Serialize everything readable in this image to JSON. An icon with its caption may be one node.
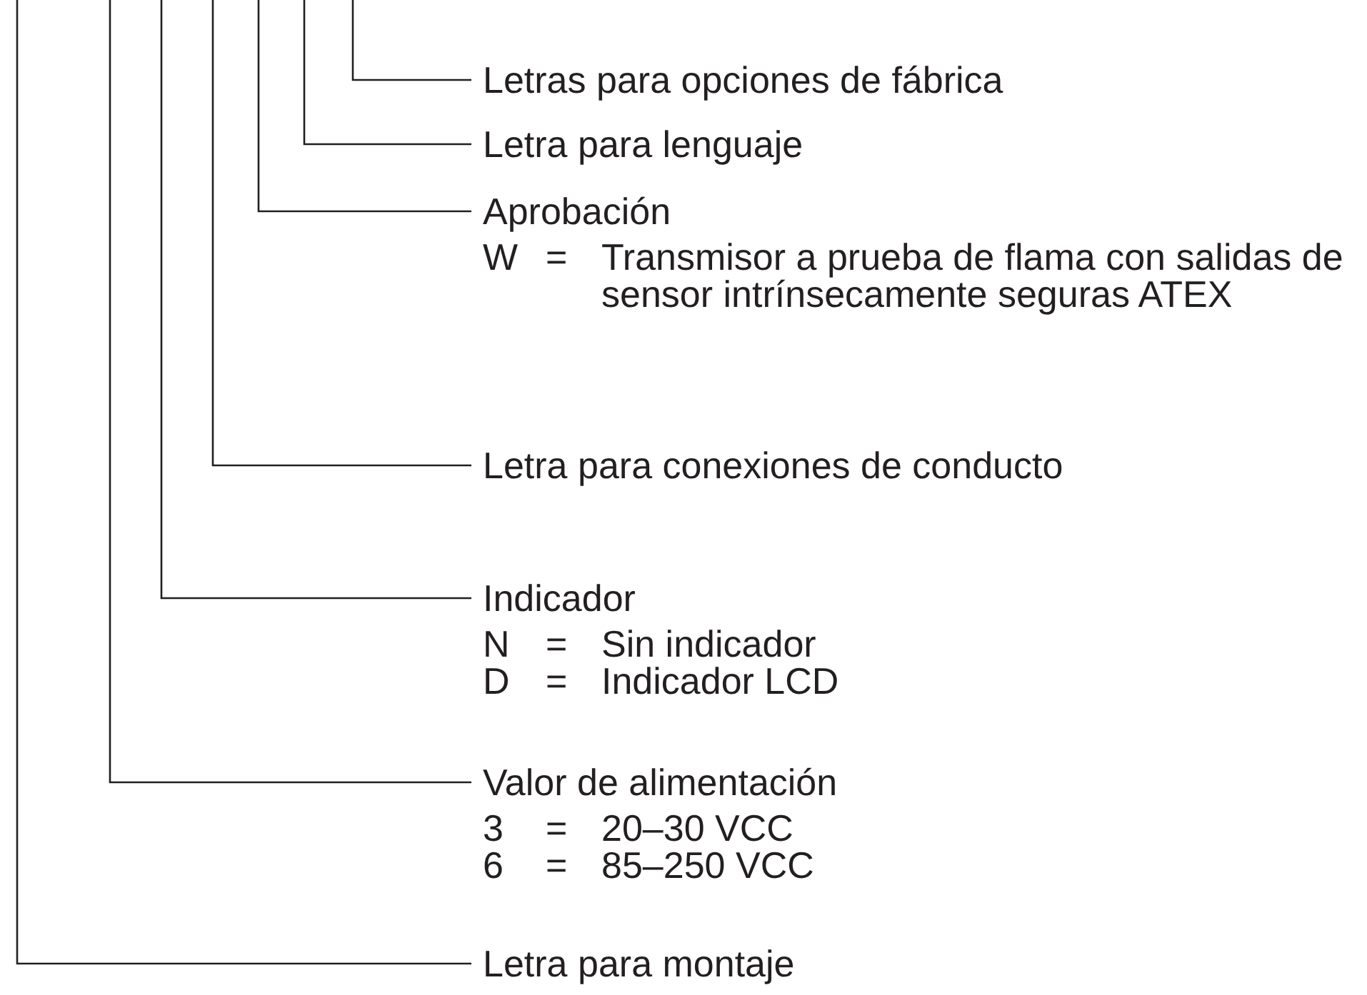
{
  "diagram": {
    "nodes": [
      {
        "text": [
          "Letras para opciones de fábrica"
        ]
      },
      {
        "text": [
          "Letra para lenguaje"
        ]
      },
      {
        "text": [
          "Aprobación",
          "W",
          "=",
          "Transmisor a prueba de flama con salidas de sensor intrínsecamente seguras ATEX"
        ]
      },
      {
        "text": [
          "Letra para conexiones de conducto"
        ]
      },
      {
        "text": [
          "Indicador",
          "N",
          "=",
          "Sin indicador",
          "D",
          "=",
          "Indicador LCD"
        ]
      },
      {
        "text": [
          "Valor de alimentación",
          "3",
          "=",
          "20–30 VCC",
          "6",
          "=",
          "85–250 VCC"
        ]
      },
      {
        "text": [
          "Letra para montaje"
        ]
      }
    ],
    "edges": [
      {
        "from": 0,
        "to": null,
        "arrow": "none"
      },
      {
        "from": 1,
        "to": null,
        "arrow": "none"
      },
      {
        "from": 2,
        "to": null,
        "arrow": "none"
      },
      {
        "from": 3,
        "to": null,
        "arrow": "none"
      },
      {
        "from": 4,
        "to": null,
        "arrow": "none"
      },
      {
        "from": 5,
        "to": null,
        "arrow": "none"
      },
      {
        "from": 6,
        "to": null,
        "arrow": "none"
      }
    ]
  }
}
